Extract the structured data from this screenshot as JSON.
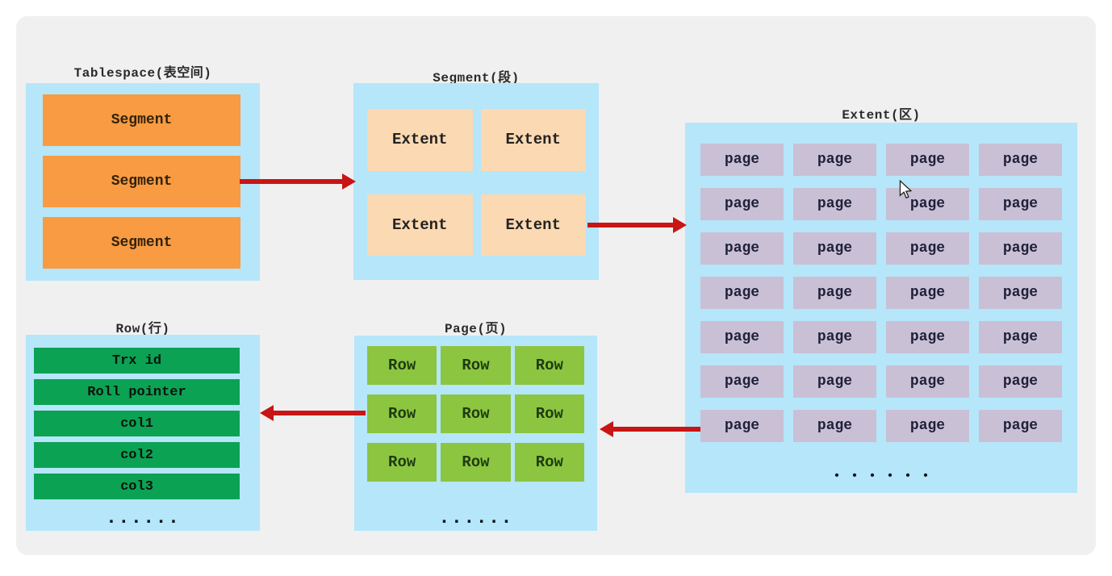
{
  "colors": {
    "panel_bg": "#f0f0f1",
    "container_blue": "#b6e6f9",
    "segment_orange": "#f89b42",
    "extent_peach": "#fbd9b2",
    "page_lavender": "#c9c0d5",
    "row_green": "#8cc540",
    "field_dark_green": "#0ba254",
    "arrow_red": "#c81515"
  },
  "sections": {
    "tablespace": {
      "title": "Tablespace(表空间)",
      "cell_label": "Segment",
      "cell_count": 3
    },
    "segment": {
      "title": "Segment(段)",
      "cell_label": "Extent",
      "cell_count": 4
    },
    "extent": {
      "title": "Extent(区)",
      "cell_label": "page",
      "rows": 7,
      "cols": 4,
      "ellipsis": "••••••"
    },
    "page": {
      "title": "Page(页)",
      "cell_label": "Row",
      "rows": 3,
      "cols": 3,
      "ellipsis": "......"
    },
    "row": {
      "title": "Row(行)",
      "fields": [
        "Trx id",
        "Roll pointer",
        "col1",
        "col2",
        "col3"
      ],
      "ellipsis": "......"
    }
  }
}
